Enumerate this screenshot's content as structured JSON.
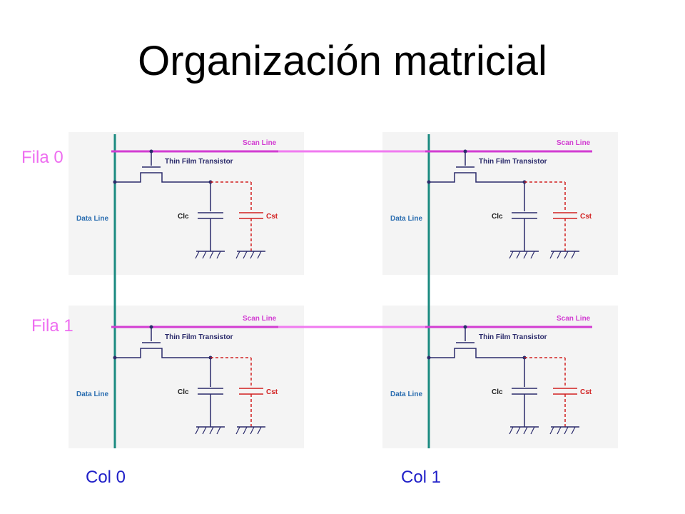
{
  "title": "Organización matricial",
  "rows": [
    "Fila 0",
    "Fila 1"
  ],
  "cols": [
    "Col 0",
    "Col 1"
  ],
  "cell_labels": {
    "scan_line": "Scan Line",
    "tft": "Thin Film Transistor",
    "data_line": "Data Line",
    "clc": "Clc",
    "cst": "Cst"
  },
  "colors": {
    "scan_line": "#d23cd2",
    "scan_link": "#f07af0",
    "data_line": "#1a8a80",
    "circuit": "#2b2b6b",
    "cst": "#d22020",
    "label_blue": "#2a6db0",
    "row_col_labels": "#ee6ef0",
    "col_labels": "#2020c8"
  }
}
